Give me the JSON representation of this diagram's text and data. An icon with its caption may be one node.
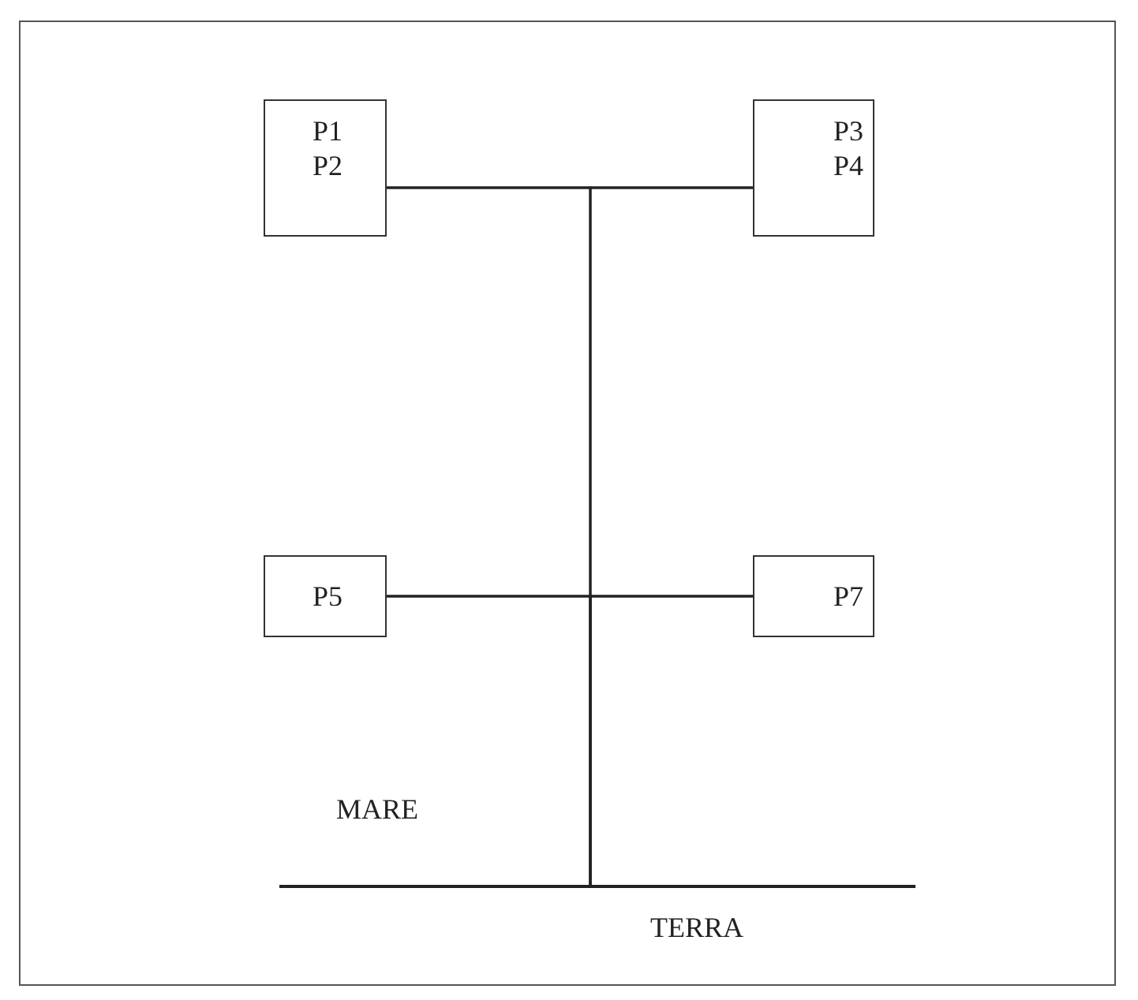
{
  "diagram": {
    "nodes": [
      {
        "text": [
          "P1",
          "P2"
        ]
      },
      {
        "text": [
          "P3",
          "P4"
        ]
      },
      {
        "text": [
          "P5"
        ]
      },
      {
        "text": [
          "P7"
        ]
      },
      {
        "text": [],
        "shape": "bar"
      }
    ],
    "edges": [
      {
        "from": 0,
        "to": 1,
        "arrow": "none"
      },
      {
        "from": 2,
        "to": 3,
        "arrow": "none"
      },
      {
        "from": 0,
        "to": 4,
        "arrow": "none"
      },
      {
        "from": 1,
        "to": 4,
        "arrow": "none"
      },
      {
        "from": 2,
        "to": 4,
        "arrow": "none"
      },
      {
        "from": 3,
        "to": 4,
        "arrow": "none"
      }
    ],
    "labels": [
      "MARE",
      "TERRA"
    ]
  }
}
